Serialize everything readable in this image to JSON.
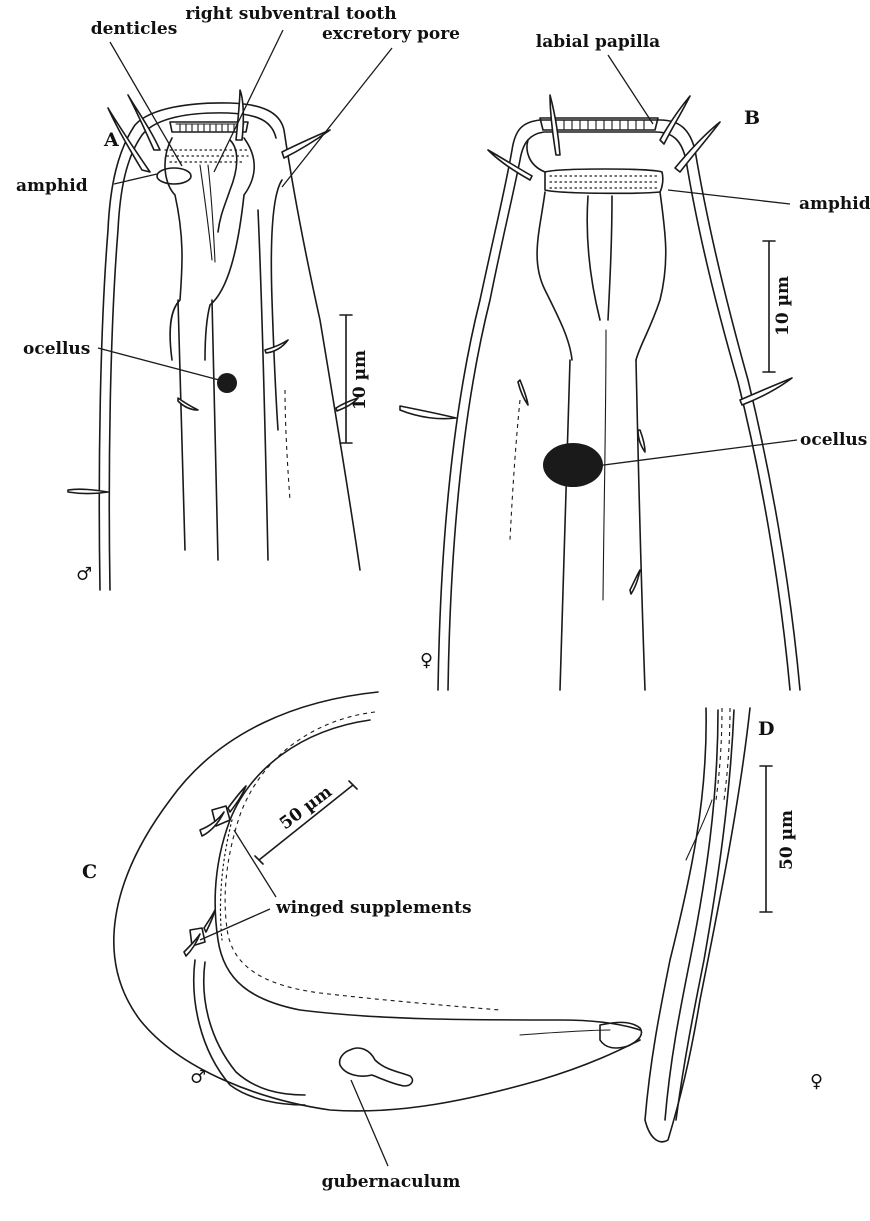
{
  "panels": {
    "A": {
      "letter": "A",
      "sex": "♂",
      "scale": "10 µm"
    },
    "B": {
      "letter": "B",
      "sex": "♀",
      "scale": "10 µm"
    },
    "C": {
      "letter": "C",
      "sex": "♂",
      "scale": "50 µm"
    },
    "D": {
      "letter": "D",
      "sex": "♀",
      "scale": "50 µm"
    }
  },
  "labels": {
    "denticles": "denticles",
    "right_subventral_tooth": "right subventral tooth",
    "excretory_pore": "excretory pore",
    "amphid": "amphid",
    "ocellus": "ocellus",
    "labial_papilla": "labial papilla",
    "winged_supplements": "winged supplements",
    "gubernaculum": "gubernaculum"
  }
}
